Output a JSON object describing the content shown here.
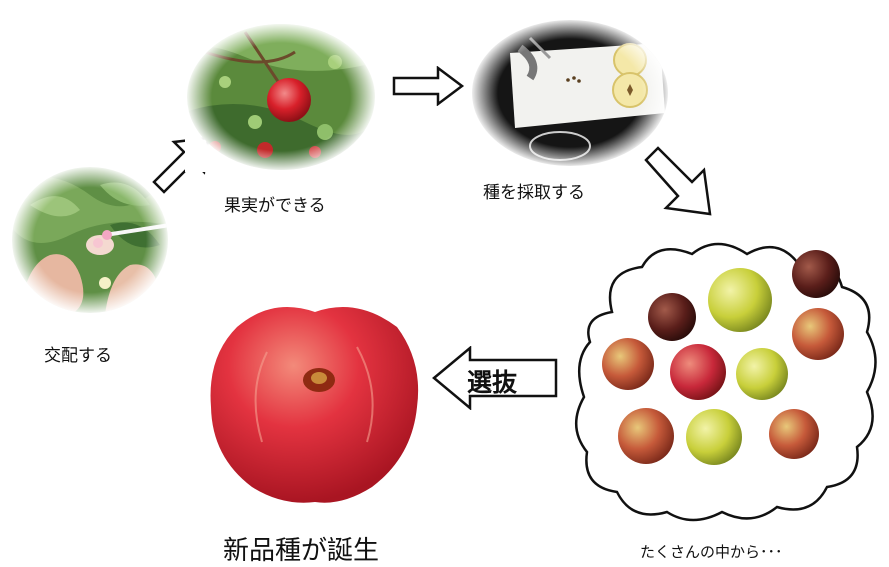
{
  "steps": {
    "cross": "交配する",
    "fruit": "果実ができる",
    "seed": "種を採取する",
    "many": "たくさんの中から･･･",
    "select": "選抜",
    "new_variety": "新品種が誕生"
  },
  "colors": {
    "apple_red": "#d8202a",
    "leaf_green": "#4f8a3a",
    "apple_yellow": "#c8cf3a",
    "board_white": "#f2f2ef"
  }
}
